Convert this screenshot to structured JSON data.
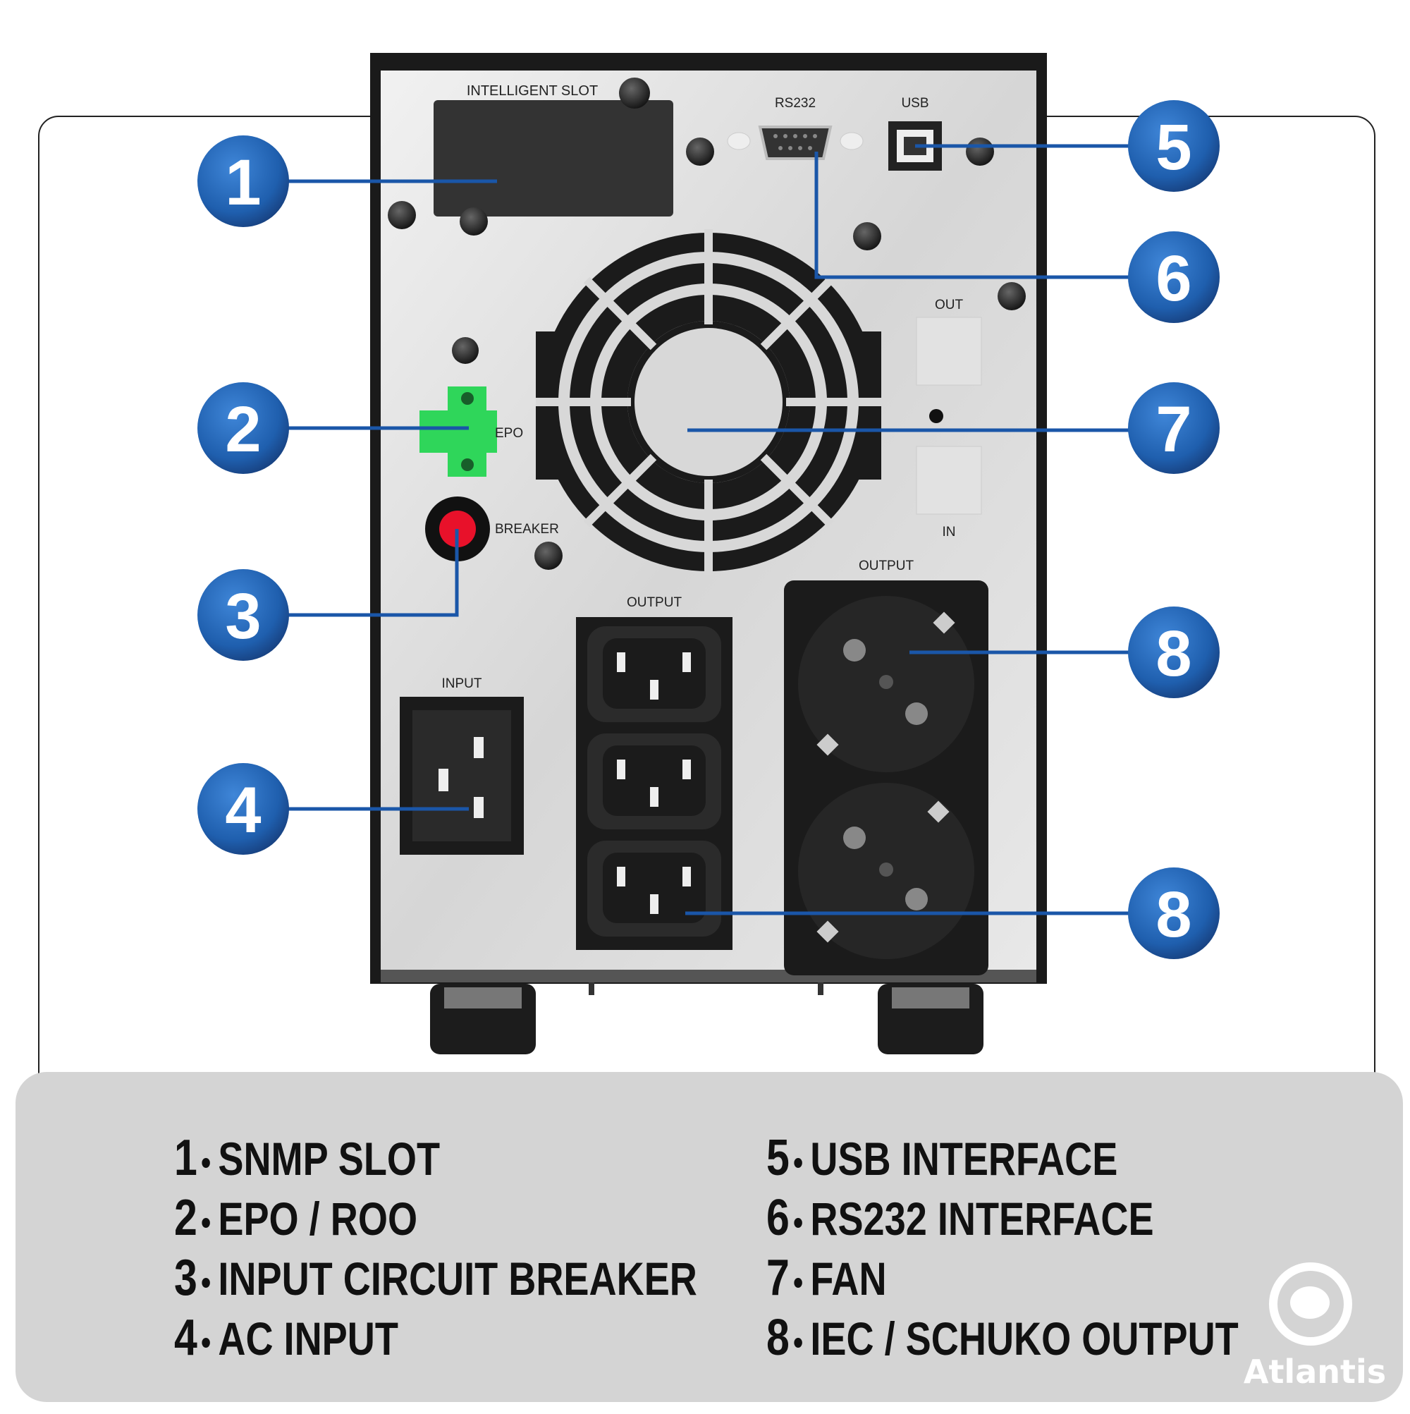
{
  "panel": {
    "intelligent_slot": "INTELLIGENT SLOT",
    "rs232": "RS232",
    "usb": "USB",
    "out": "OUT",
    "in": "IN",
    "epo": "EPO",
    "breaker": "BREAKER",
    "output_iec": "OUTPUT",
    "output_schuko": "OUTPUT",
    "input": "INPUT"
  },
  "callouts": [
    "1",
    "2",
    "3",
    "4",
    "5",
    "6",
    "7",
    "8",
    "8"
  ],
  "legend": {
    "left": [
      {
        "num": "1",
        "label": "SNMP SLOT"
      },
      {
        "num": "2",
        "label": "EPO / ROO"
      },
      {
        "num": "3",
        "label": "INPUT CIRCUIT BREAKER"
      },
      {
        "num": "4",
        "label": "AC INPUT"
      }
    ],
    "right": [
      {
        "num": "5",
        "label": "USB INTERFACE"
      },
      {
        "num": "6",
        "label": "RS232 INTERFACE"
      },
      {
        "num": "7",
        "label": "FAN"
      },
      {
        "num": "8",
        "label": "IEC / SCHUKO OUTPUT"
      }
    ]
  },
  "brand": "Atlantis",
  "colors": {
    "callout_blue": "#1f5fae",
    "leader_line": "#1a56a8",
    "panel_silver": "#d8d8d8",
    "legend_bg": "#d4d4d4",
    "epo_green": "#2fd65a",
    "breaker_red": "#e8112a"
  }
}
